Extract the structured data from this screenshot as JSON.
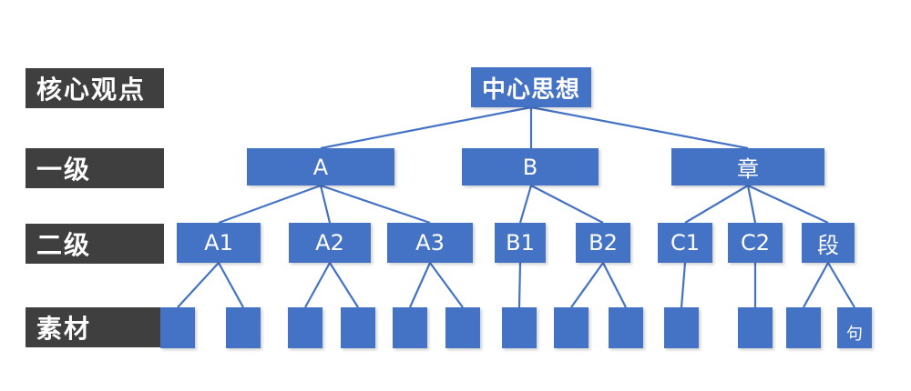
{
  "levels": [
    "核心观点",
    "一级",
    "二级",
    "素材"
  ],
  "root": "中心思想",
  "level1": [
    "A",
    "B",
    "章"
  ],
  "level2": [
    "A1",
    "A2",
    "A3",
    "B1",
    "B2",
    "C1",
    "C2",
    "段"
  ],
  "leaf_text": "句",
  "colors": {
    "node": "#4472c4",
    "label_bg": "#3f3f3f",
    "text": "#ffffff"
  }
}
